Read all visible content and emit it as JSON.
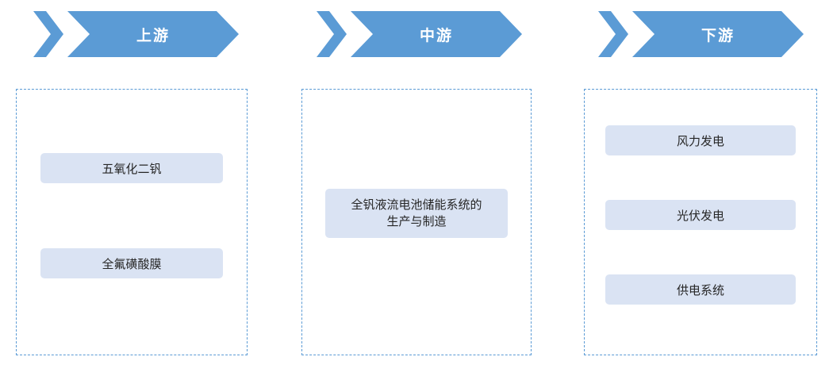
{
  "diagram": {
    "title": "industry-chain",
    "colors": {
      "arrow_fill": "#5B9BD5",
      "box_fill": "#DAE3F3",
      "dashed_border": "#5B9BD5",
      "header_text": "#FFFFFF",
      "box_text": "#262626"
    },
    "columns": [
      {
        "header": "上游",
        "items": [
          "五氧化二钒",
          "全氟磺酸膜"
        ]
      },
      {
        "header": "中游",
        "items": [
          "全钒液流电池储能系统的生产与制造"
        ]
      },
      {
        "header": "下游",
        "items": [
          "风力发电",
          "光伏发电",
          "供电系统"
        ]
      }
    ]
  }
}
